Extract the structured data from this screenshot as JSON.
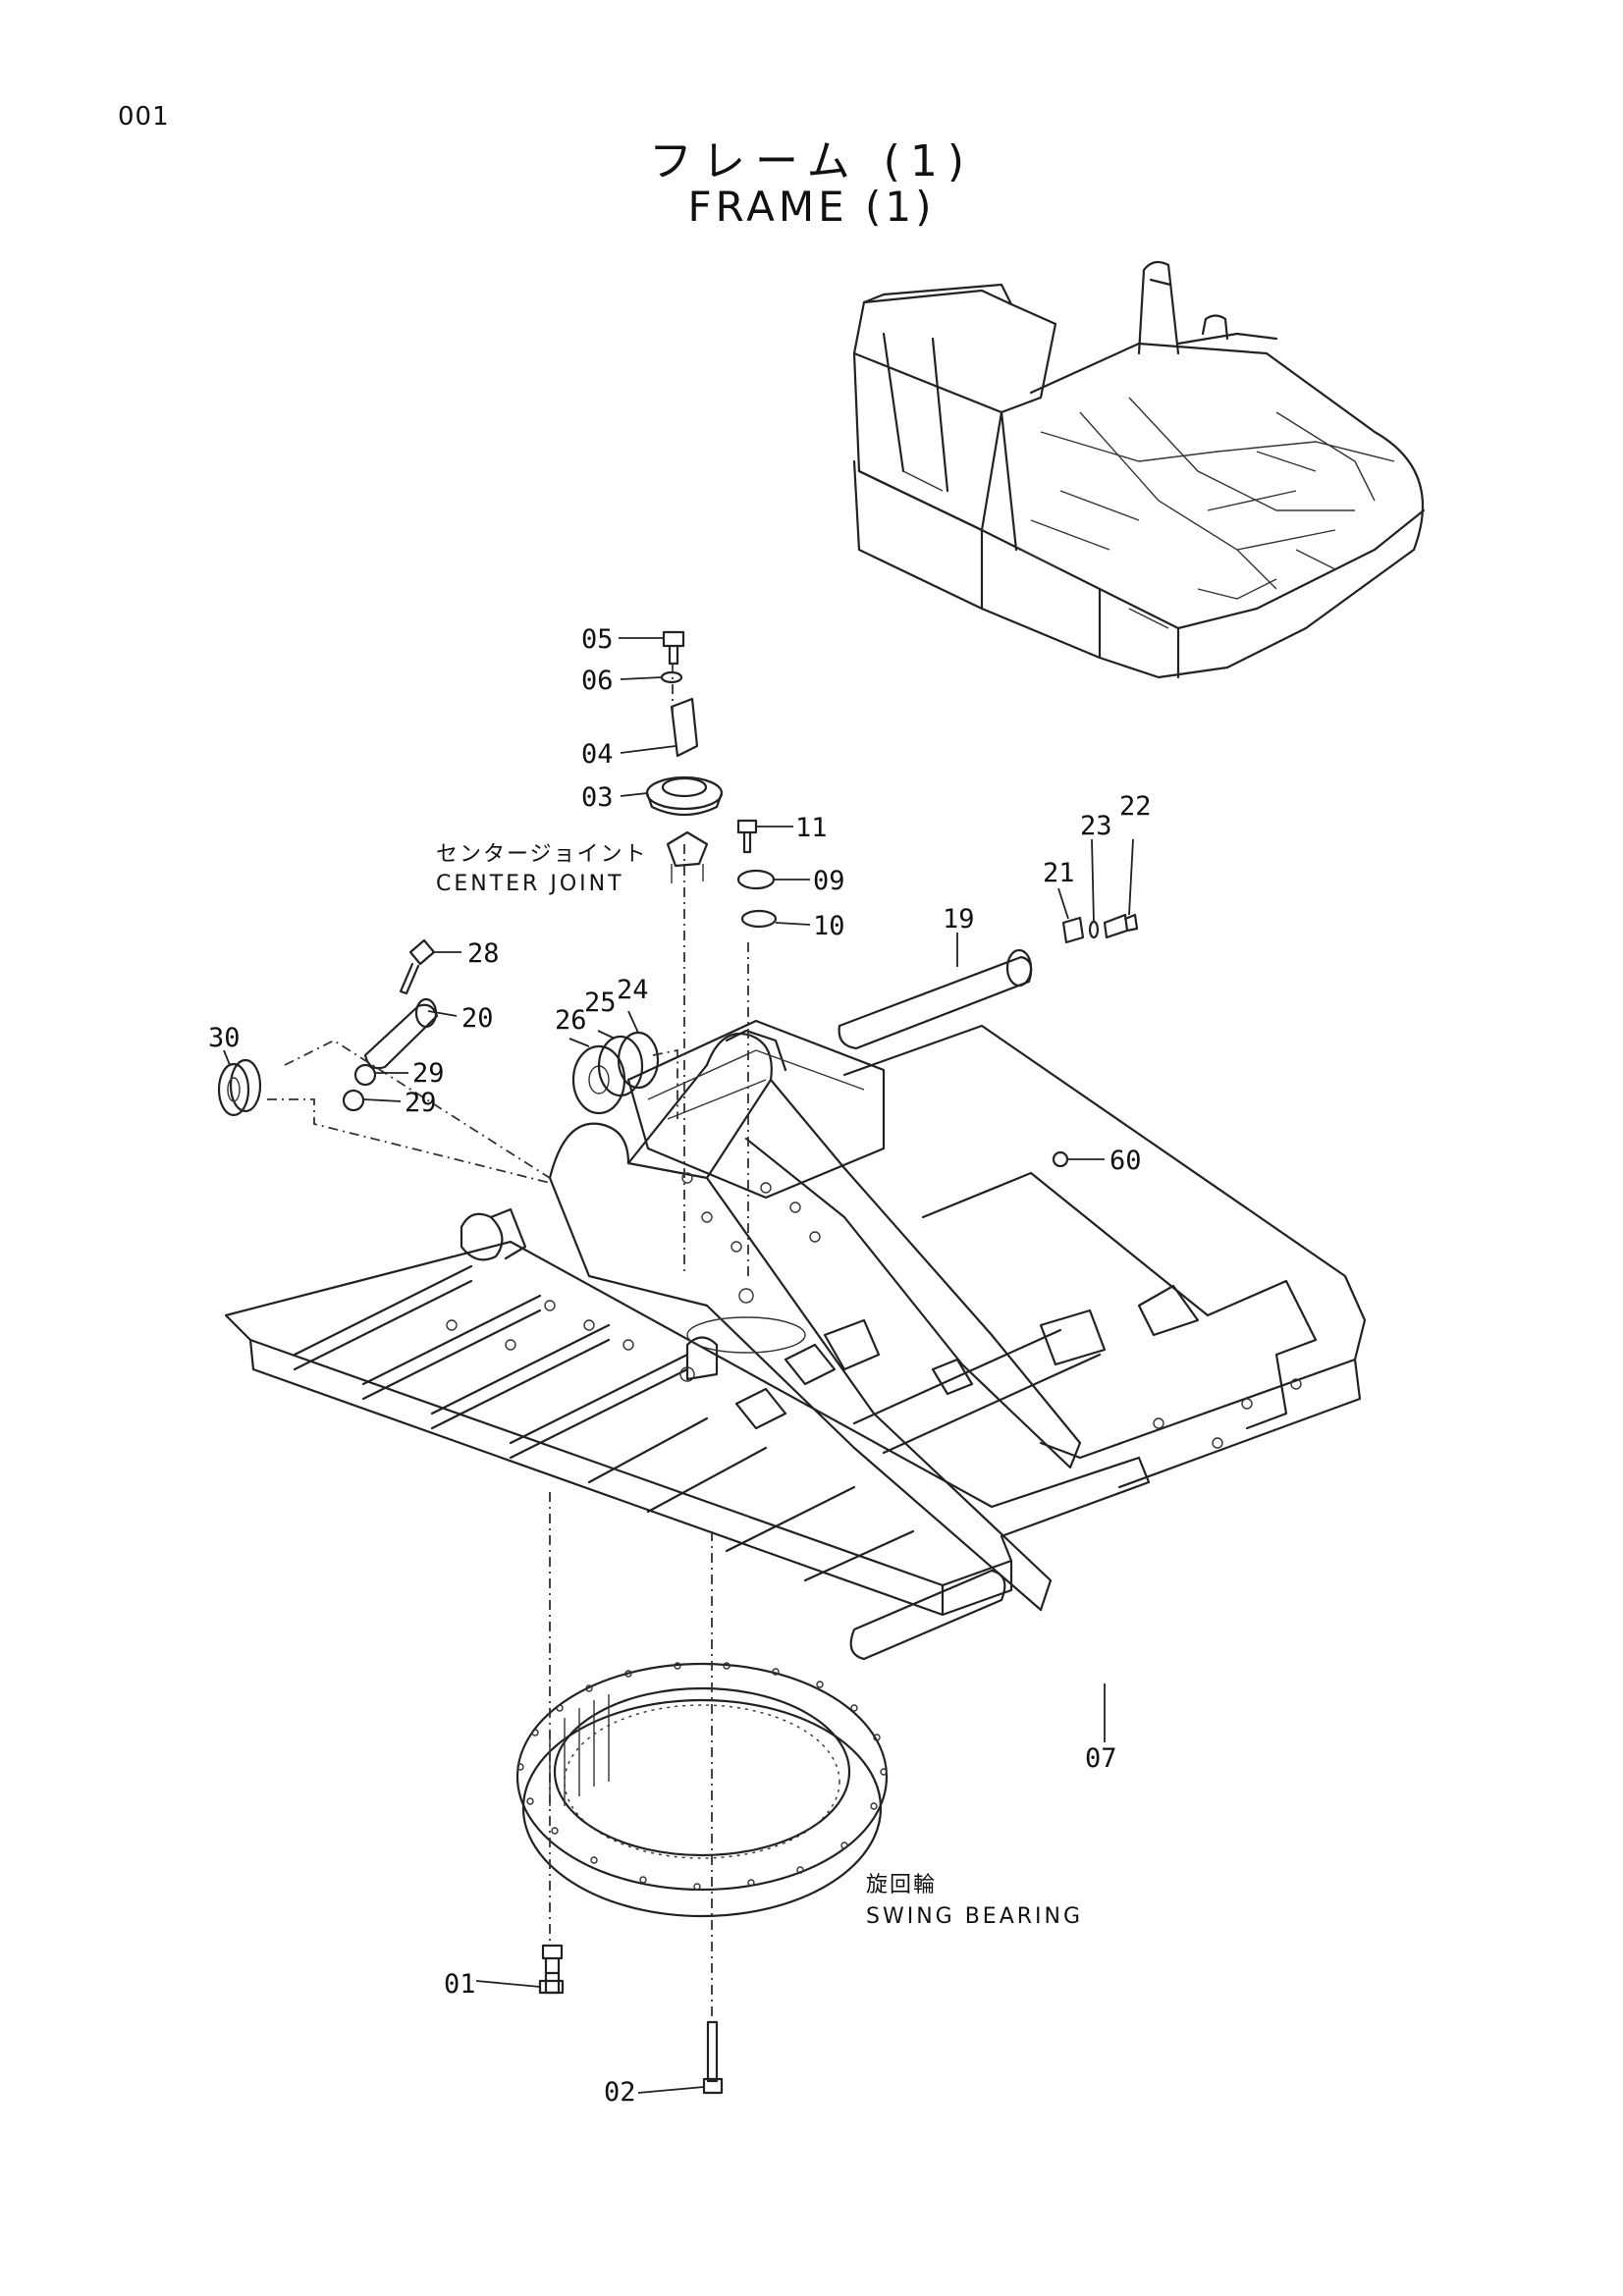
{
  "page_number": "001",
  "title_jp": "フレーム (1)",
  "title_en": "FRAME (1)",
  "labels": {
    "center_joint_jp": "センタージョイント",
    "center_joint_en": "CENTER JOINT",
    "swing_bearing_jp": "旋回輪",
    "swing_bearing_en": "SWING BEARING"
  },
  "callouts": {
    "c01": "01",
    "c02": "02",
    "c03": "03",
    "c04": "04",
    "c05": "05",
    "c06": "06",
    "c07": "07",
    "c09": "09",
    "c10": "10",
    "c11": "11",
    "c19": "19",
    "c20": "20",
    "c21": "21",
    "c22": "22",
    "c23": "23",
    "c24": "24",
    "c25": "25",
    "c26": "26",
    "c28": "28",
    "c29a": "29",
    "c29b": "29",
    "c30": "30",
    "c60": "60"
  }
}
